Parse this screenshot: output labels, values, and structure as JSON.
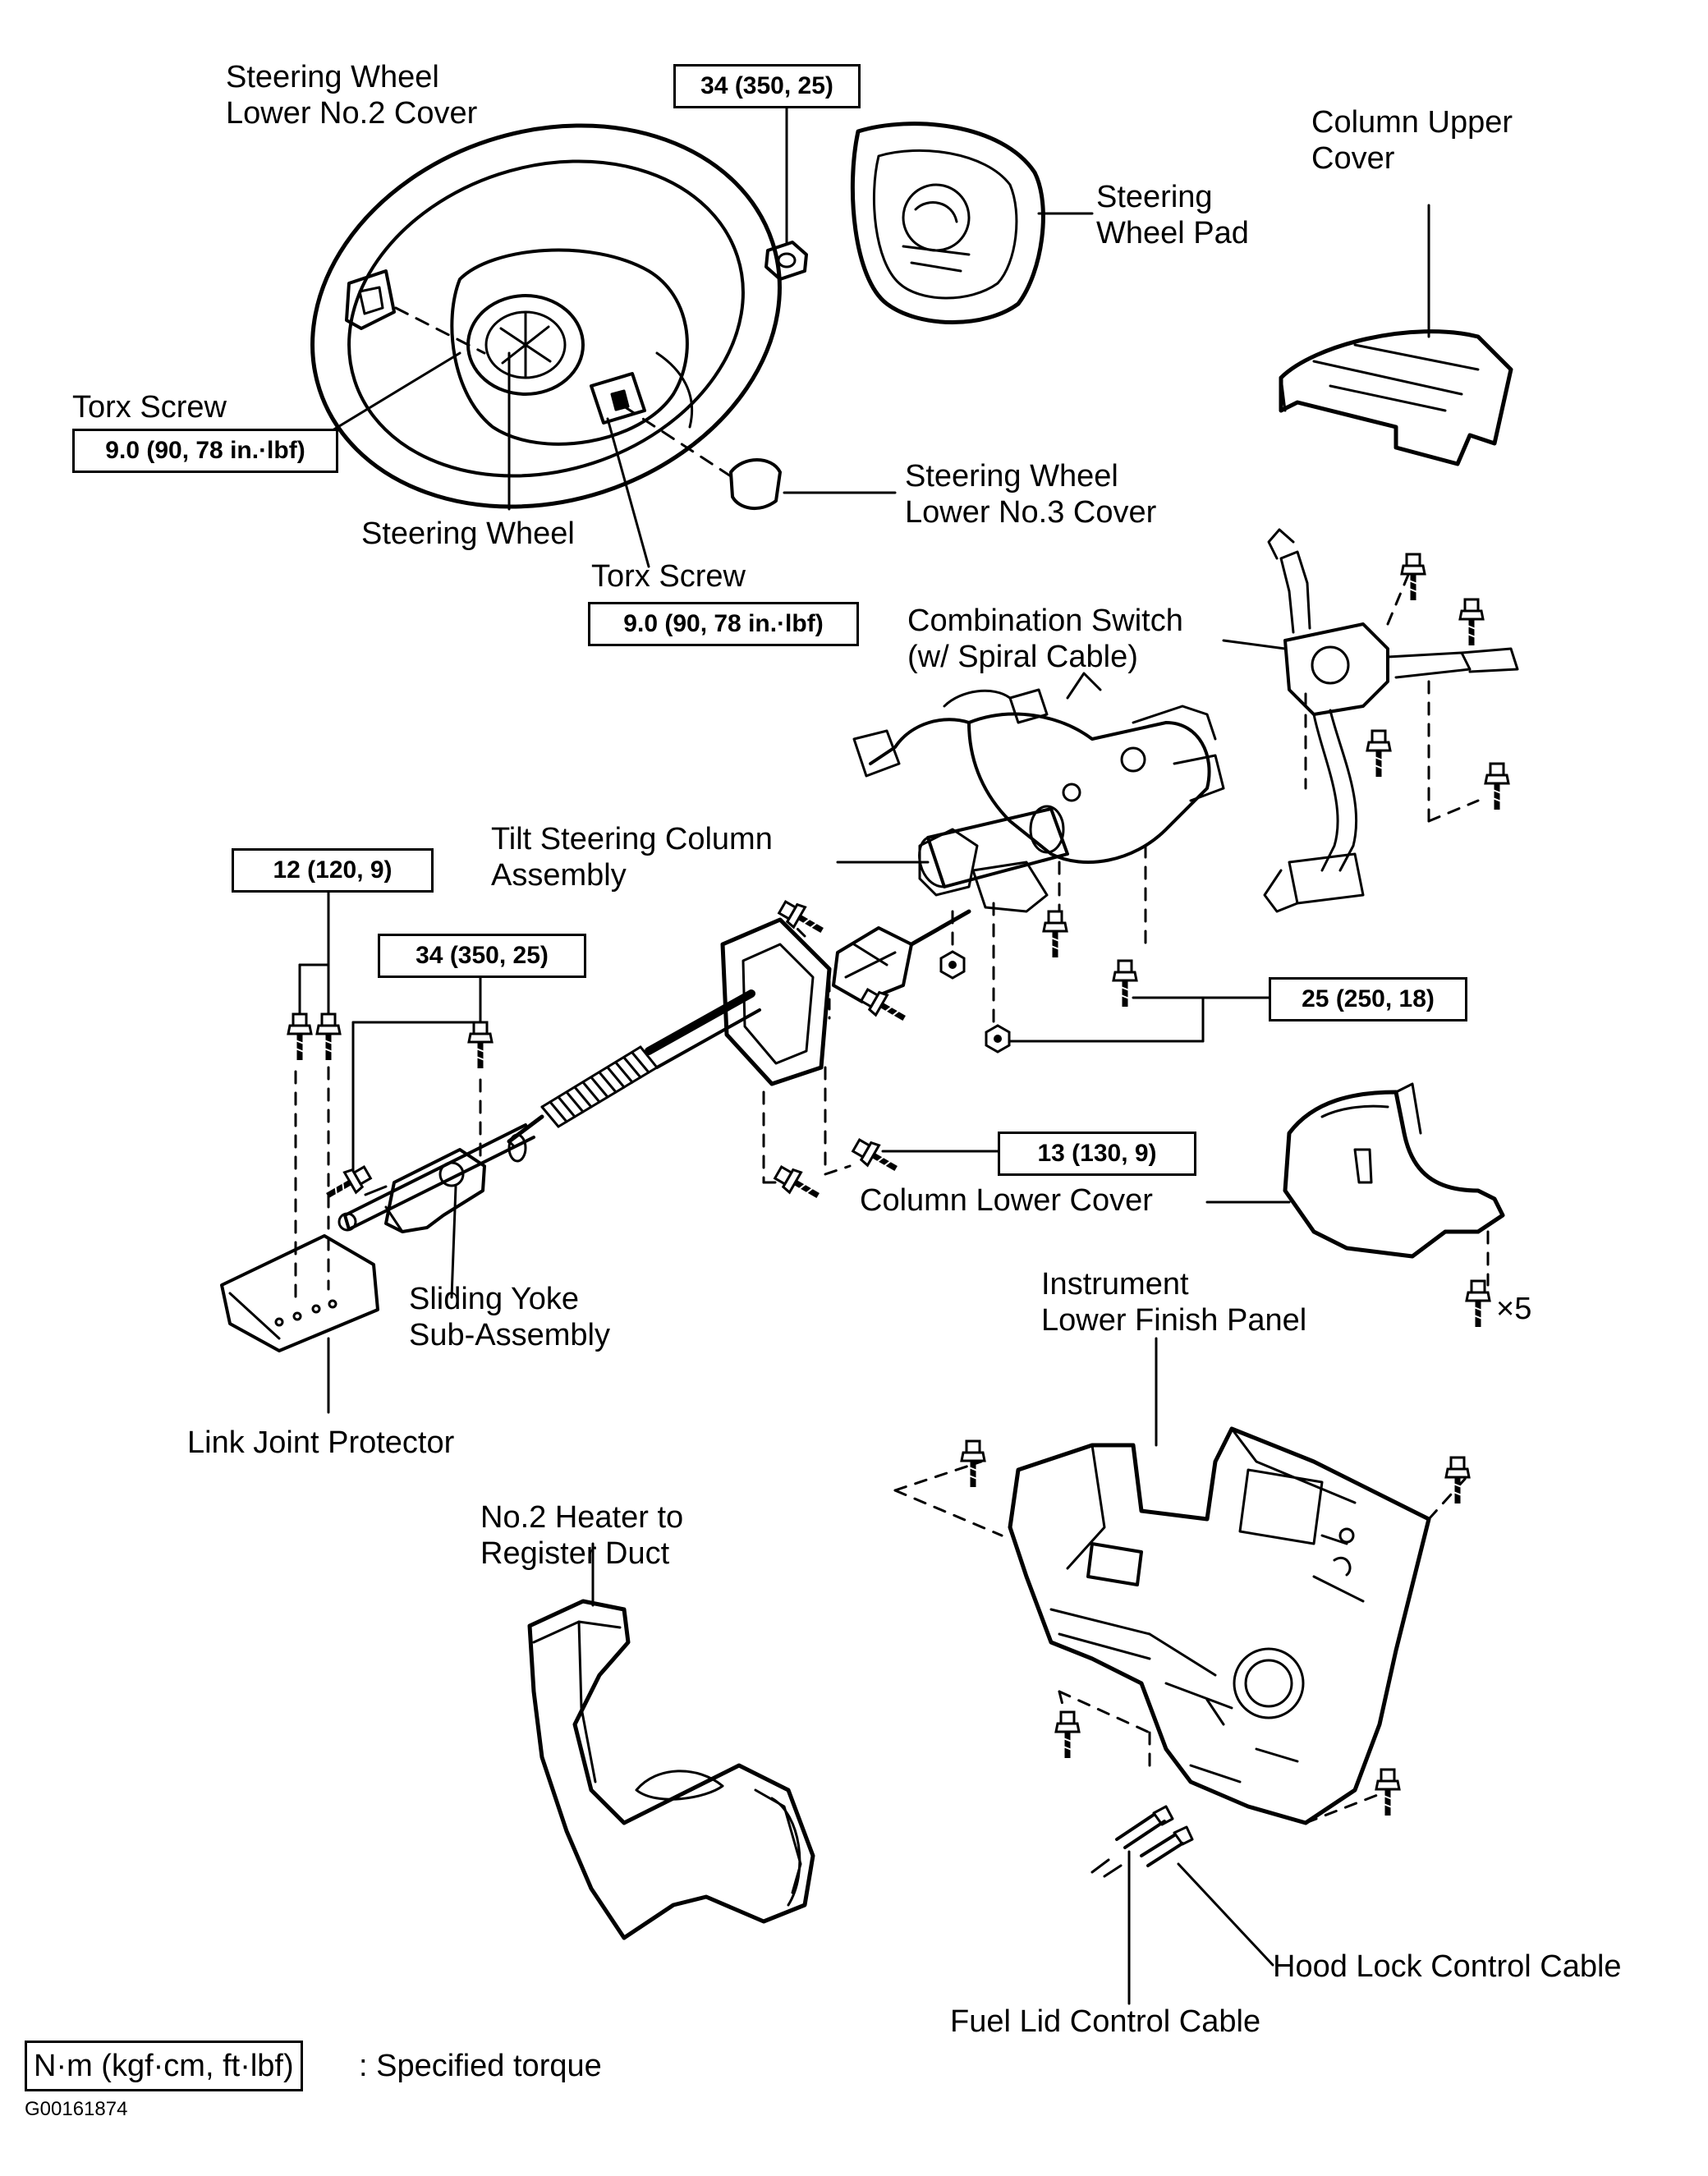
{
  "labels": {
    "steering_wheel_lower_no2_cover": [
      "Steering Wheel",
      "Lower No.2 Cover"
    ],
    "steering_wheel_pad": [
      "Steering",
      "Wheel Pad"
    ],
    "column_upper_cover": [
      "Column Upper",
      "Cover"
    ],
    "torx_screw_left": "Torx Screw",
    "steering_wheel": "Steering Wheel",
    "steering_wheel_lower_no3_cover": [
      "Steering Wheel",
      "Lower No.3 Cover"
    ],
    "torx_screw_center": "Torx Screw",
    "combination_switch": [
      "Combination Switch",
      "(w/  Spiral Cable)"
    ],
    "tilt_steering_column_assembly": [
      "Tilt Steering Column",
      "Assembly"
    ],
    "column_lower_cover": "Column Lower Cover",
    "sliding_yoke_sub_assembly": [
      "Sliding Yoke",
      "Sub-Assembly"
    ],
    "instrument_lower_finish_panel": [
      "Instrument",
      "Lower Finish Panel"
    ],
    "screw_count": "×5",
    "link_joint_protector": "Link Joint Protector",
    "no2_heater_to_register_duct": [
      "No.2 Heater to",
      "Register Duct"
    ],
    "hood_lock_control_cable": "Hood Lock Control Cable",
    "fuel_lid_control_cable": "Fuel Lid Control Cable"
  },
  "torques": {
    "wheel_nut": "34 (350, 25)",
    "torx_left": "9.0 (90, 78 in.·lbf)",
    "torx_center": "9.0 (90, 78 in.·lbf)",
    "link_joint": "12 (120, 9)",
    "sliding_yoke": "34 (350, 25)",
    "column_bracket": "25 (250, 18)",
    "column_lower": "13 (130, 9)"
  },
  "legend": {
    "unit_box": "N·m (kgf·cm, ft·lbf)",
    "description": ": Specified torque"
  },
  "figure_code": "G00161874"
}
